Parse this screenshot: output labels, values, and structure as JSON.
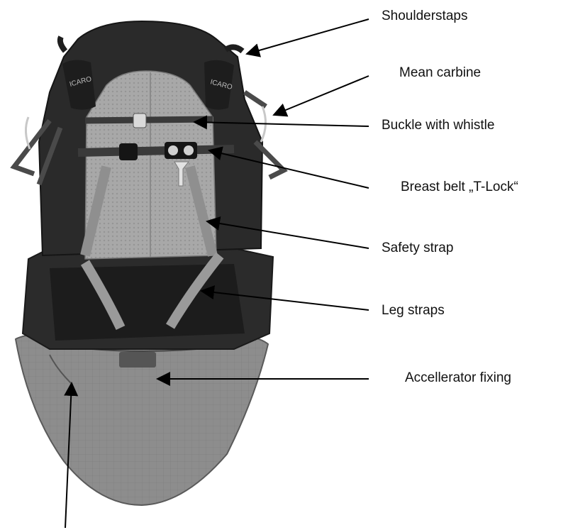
{
  "labels": {
    "shoulderstraps": "Shoulderstaps",
    "mean_carbine": "Mean carbine",
    "buckle_whistle": "Buckle with whistle",
    "breast_belt": "Breast belt  „T-Lock“",
    "safety_strap": "Safety strap",
    "leg_straps": "Leg straps",
    "accelerator_fixing": "Accellerator fixing"
  },
  "colors": {
    "harness_black": "#2a2a2a",
    "mesh_grey": "#a9a9a9",
    "pod_grey": "#8a8a8a",
    "strap_grey": "#9c9c9c"
  }
}
